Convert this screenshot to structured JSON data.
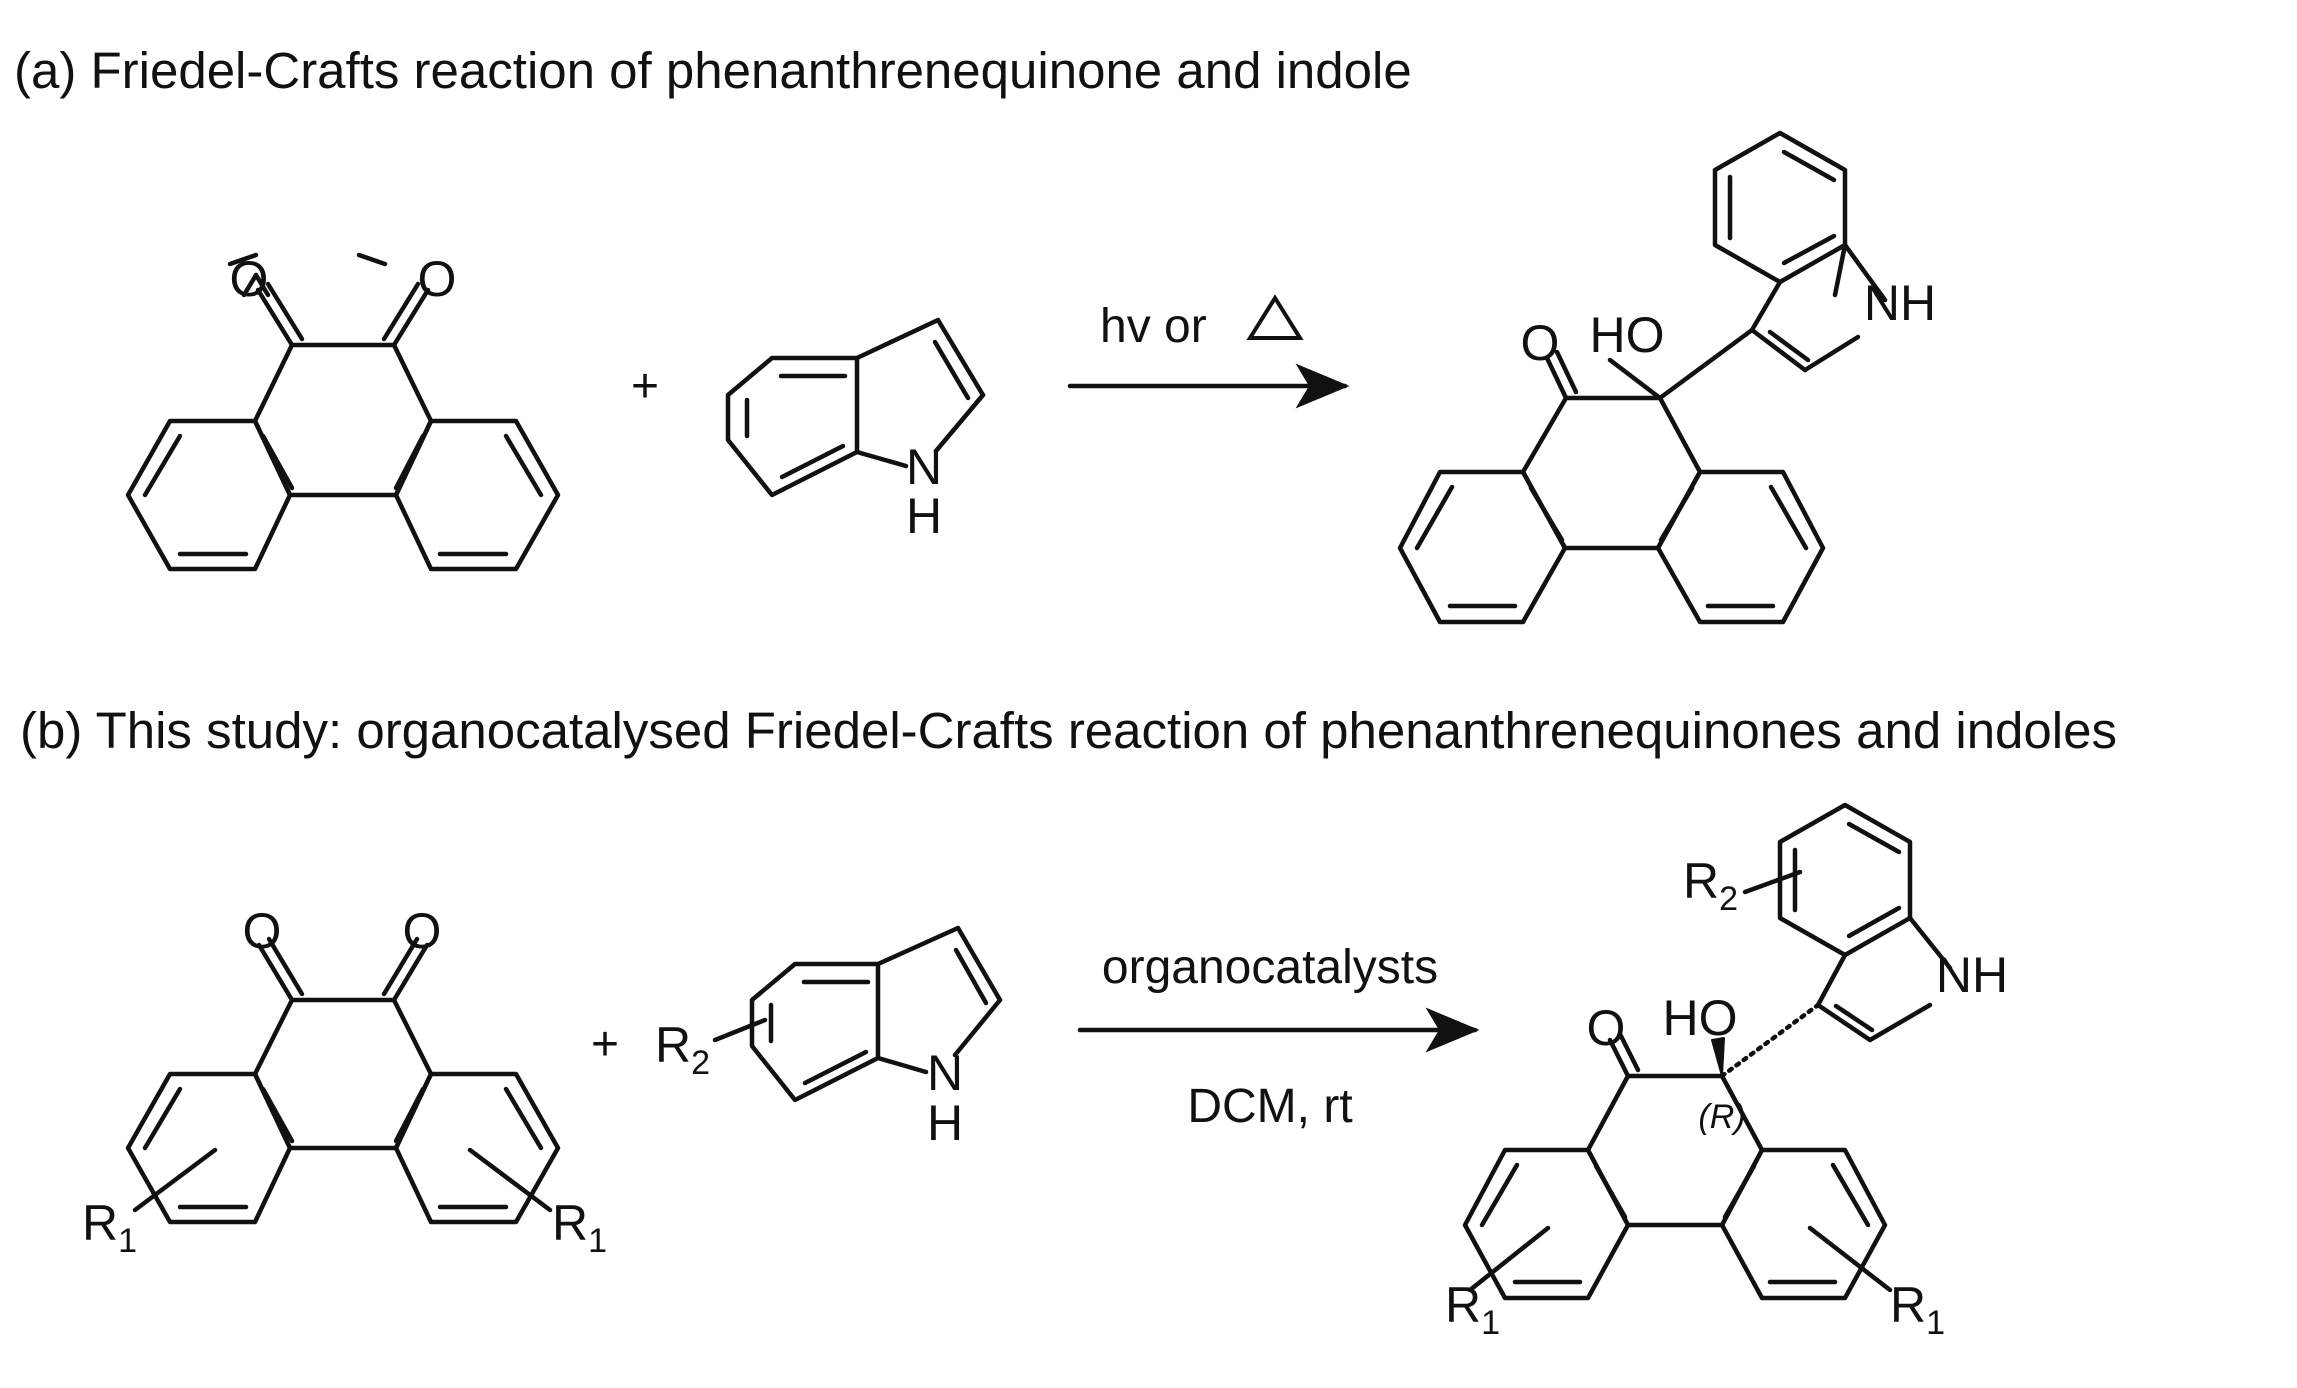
{
  "section_a": {
    "heading": "(a)  Friedel-Crafts reaction of phenanthrenequinone and indole",
    "quinone": {
      "o1": "O",
      "o2": "O"
    },
    "plus": "+",
    "indole": {
      "n": "N",
      "h": "H"
    },
    "conditions": "hv or",
    "heat_symbol": "triangle",
    "product": {
      "o": "O",
      "ho": "HO",
      "nh": "NH"
    }
  },
  "section_b": {
    "heading": "(b) This study: organocatalysed Friedel-Crafts reaction of phenanthrenequinones and indoles",
    "quinone": {
      "o1": "O",
      "o2": "O",
      "r_left": "R",
      "r_left_sub": "1",
      "r_right": "R",
      "r_right_sub": "1"
    },
    "plus": "+",
    "indole": {
      "r": "R",
      "r_sub": "2",
      "n": "N",
      "h": "H"
    },
    "conditions_top": "organocatalysts",
    "conditions_bottom": "DCM, rt",
    "product": {
      "o": "O",
      "ho": "HO",
      "nh": "NH",
      "stereo": "(R)",
      "r2": "R",
      "r2_sub": "2",
      "r_left": "R",
      "r_left_sub": "1",
      "r_right": "R",
      "r_right_sub": "1"
    }
  }
}
